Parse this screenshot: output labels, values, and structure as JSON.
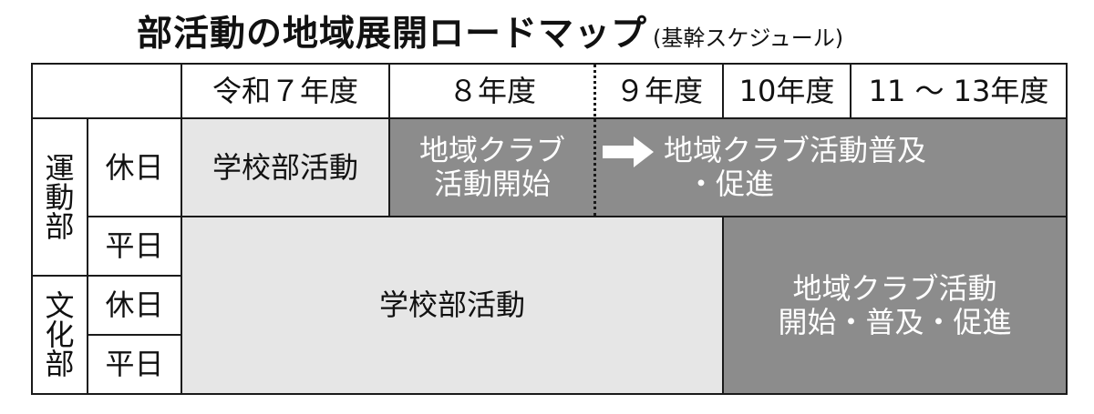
{
  "title": {
    "main": "部活動の地域展開ロードマップ",
    "sub": "(基幹スケジュール)"
  },
  "header": {
    "y7": "令和７年度",
    "y8": "８年度",
    "y9": "９年度",
    "y10": "10年度",
    "y11": "11 〜 13年度"
  },
  "groups": {
    "sports": [
      "運",
      "動",
      "部"
    ],
    "culture": [
      "文",
      "化",
      "部"
    ]
  },
  "days": {
    "sports_holiday": "休日",
    "sports_weekday": "平日",
    "culture_holiday": "休日",
    "culture_weekday": "平日"
  },
  "cells": {
    "school_club_y7": "学校部活動",
    "start_line1": "地域クラブ",
    "start_line2": "活動開始",
    "promote_line1": "地域クラブ活動普及",
    "promote_line2": "・促進",
    "school_club_main": "学校部活動",
    "expand_line1": "地域クラブ活動",
    "expand_line2": "開始・普及・促進"
  },
  "colors": {
    "dark_fill": "#8c8c8c",
    "light_fill": "#e6e6e6",
    "border": "#1a1a1a"
  }
}
